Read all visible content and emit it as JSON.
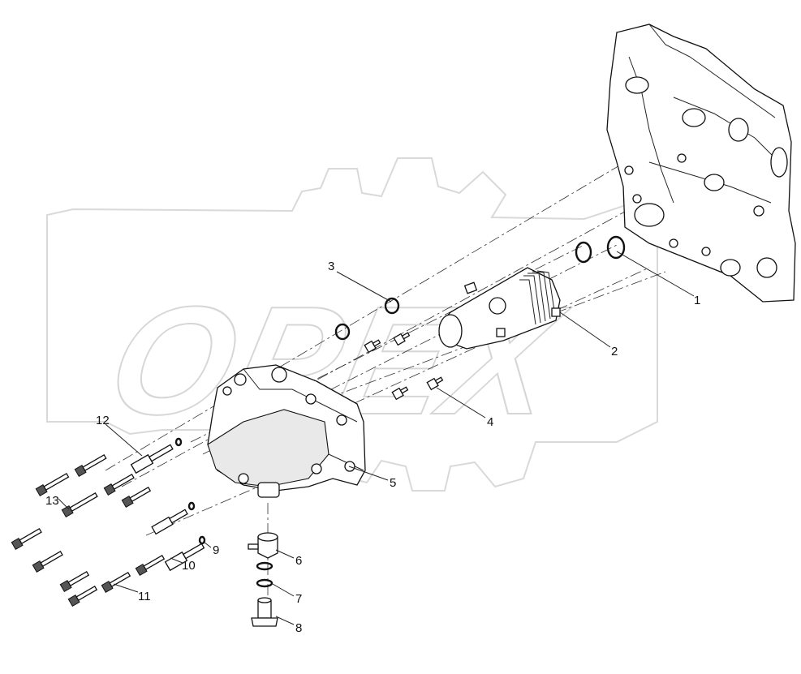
{
  "watermark": {
    "text": "OPEX"
  },
  "callouts": [
    {
      "id": "1",
      "label": "1"
    },
    {
      "id": "2",
      "label": "2"
    },
    {
      "id": "3",
      "label": "3"
    },
    {
      "id": "4",
      "label": "4"
    },
    {
      "id": "5",
      "label": "5"
    },
    {
      "id": "6",
      "label": "6"
    },
    {
      "id": "7",
      "label": "7"
    },
    {
      "id": "8",
      "label": "8"
    },
    {
      "id": "9",
      "label": "9"
    },
    {
      "id": "10",
      "label": "10"
    },
    {
      "id": "11",
      "label": "11"
    },
    {
      "id": "12",
      "label": "12"
    },
    {
      "id": "13",
      "label": "13"
    }
  ],
  "parts": {
    "engine_block": "engine-block",
    "oil_cooler": "oil-cooler",
    "o_ring": "o-ring",
    "screw": "screw",
    "housing": "oil-cooler-housing",
    "adapter": "adapter",
    "seal_ring": "seal-ring",
    "hollow_bolt": "hollow-bolt",
    "washer": "washer",
    "stud": "stud",
    "bolt": "bolt",
    "sleeve": "sleeve"
  }
}
